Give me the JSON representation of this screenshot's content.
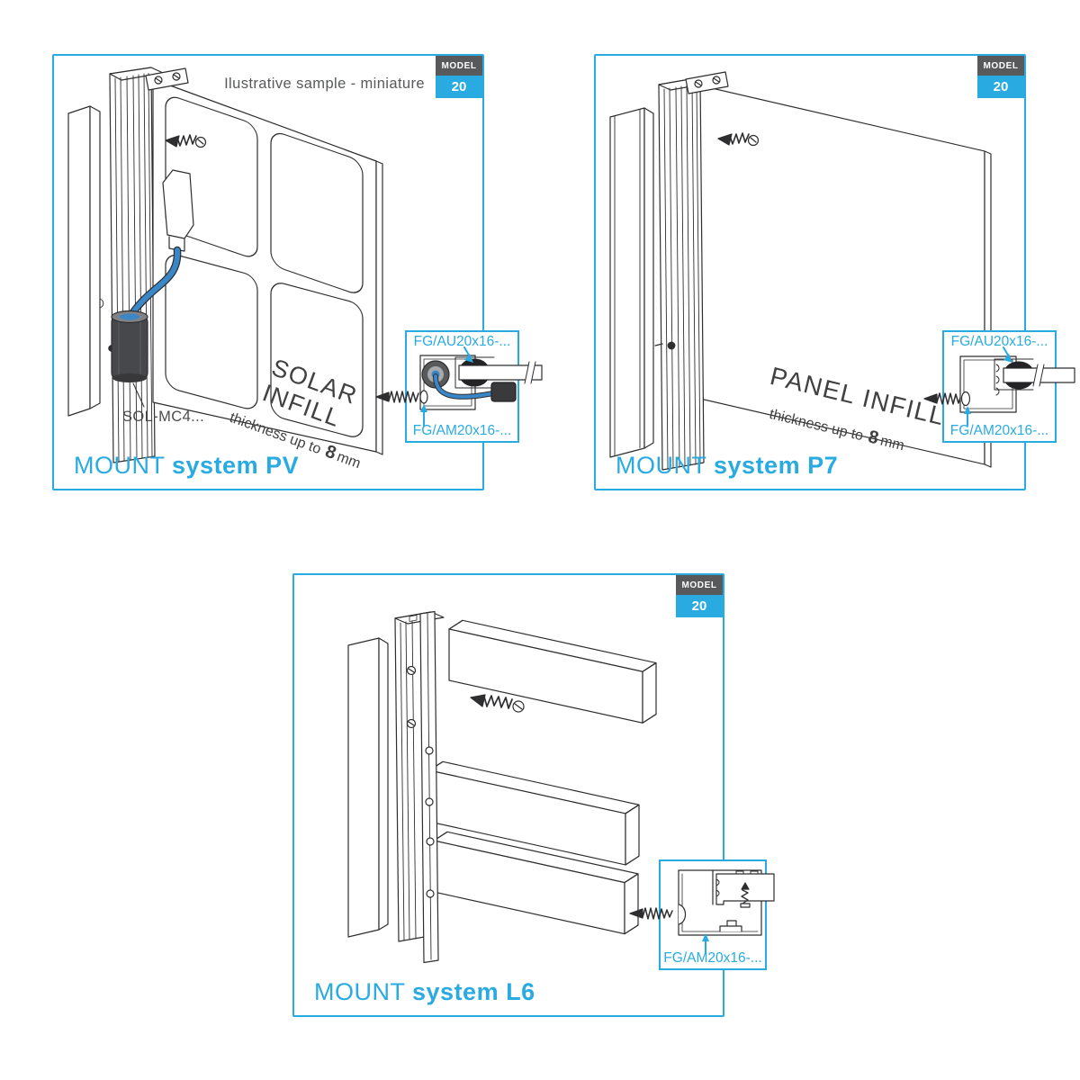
{
  "colors": {
    "accent": "#29ABE2",
    "badge_gray": "#58595B",
    "line": "#2E2E30",
    "cable_blue": "#3A87C8"
  },
  "panels": {
    "pv": {
      "note": "Ilustrative sample - miniature",
      "model": {
        "label": "MODEL",
        "number": "20"
      },
      "infill": {
        "line1": "SOLAR",
        "line2": "INFILL"
      },
      "thickness": {
        "prefix": "thickness up to",
        "value": "8",
        "unit": "mm"
      },
      "connector_label": "SOL-MC4...",
      "inset": {
        "top_label": "FG/AU20x16-...",
        "bottom_label": "FG/AM20x16-..."
      },
      "title": {
        "regular": "MOUNT",
        "bold": "system PV"
      }
    },
    "p7": {
      "model": {
        "label": "MODEL",
        "number": "20"
      },
      "infill": {
        "line1": "PANEL INFILL"
      },
      "thickness": {
        "prefix": "thickness up to",
        "value": "8",
        "unit": "mm"
      },
      "inset": {
        "top_label": "FG/AU20x16-...",
        "bottom_label": "FG/AM20x16-..."
      },
      "title": {
        "regular": "MOUNT",
        "bold": "system P7"
      }
    },
    "l6": {
      "model": {
        "label": "MODEL",
        "number": "20"
      },
      "inset": {
        "bottom_label": "FG/AM20x16-..."
      },
      "title": {
        "regular": "MOUNT",
        "bold": "system L6"
      }
    }
  }
}
